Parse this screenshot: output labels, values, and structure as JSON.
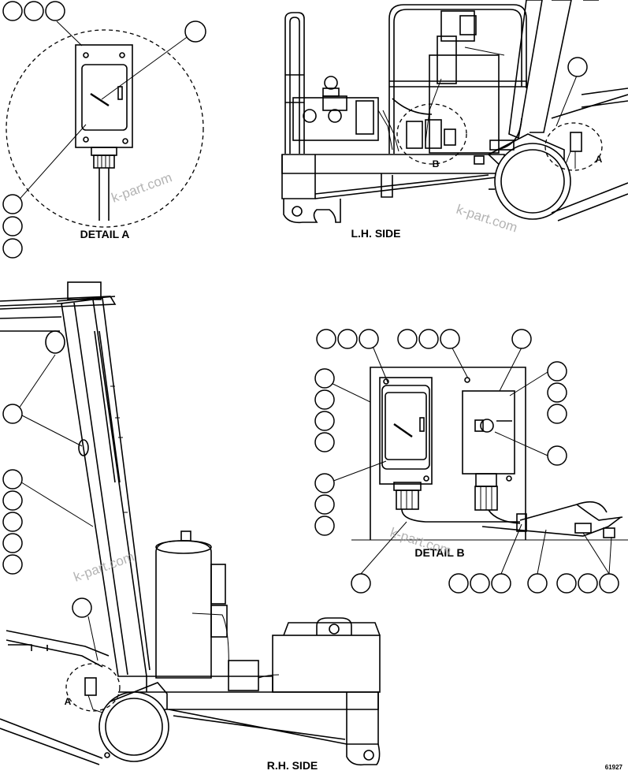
{
  "captions": {
    "detail_a": "DETAIL A",
    "lh_side": "L.H. SIDE",
    "rh_side": "R.H. SIDE",
    "detail_b": "DETAIL B"
  },
  "view_letters": {
    "lh_a": "A",
    "lh_b": "B",
    "rh_a": "A"
  },
  "watermark": "k-part.com",
  "figure_number": "61927"
}
